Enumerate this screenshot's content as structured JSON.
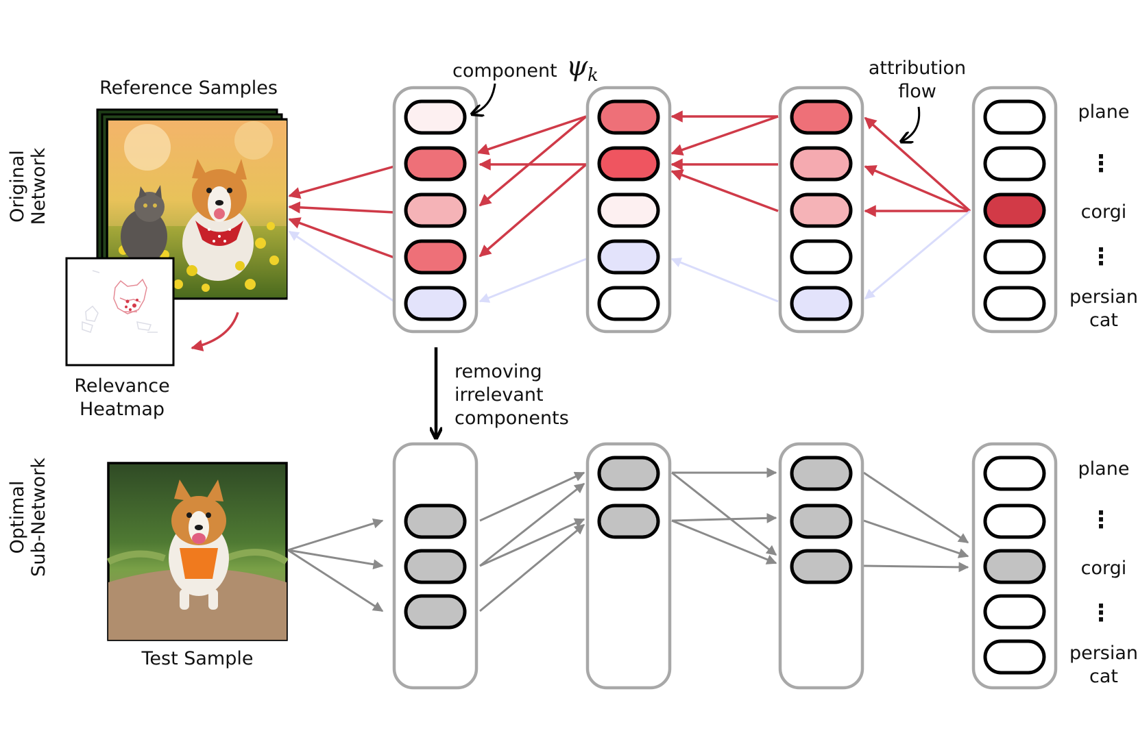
{
  "row_labels": {
    "top": [
      "Original",
      "Network"
    ],
    "bottom": [
      "Optimal",
      "Sub-Network"
    ]
  },
  "reference_samples_label": "Reference Samples",
  "relevance_heatmap_label": [
    "Relevance",
    "Heatmap"
  ],
  "test_sample_label": "Test Sample",
  "component_label": "component",
  "component_symbol": "ψ",
  "component_subscript": "k",
  "attribution_flow_label": [
    "attribution",
    "flow"
  ],
  "removing_label": [
    "removing",
    "irrelevant",
    "components"
  ],
  "classes": {
    "plane": "plane",
    "corgi": "corgi",
    "persian_cat": [
      "persian",
      "cat"
    ],
    "ellipsis": "⋮"
  },
  "colors": {
    "attribution_red": "#cf3a48",
    "negative_blue": "#d9dcfb",
    "pruned_gray": "#c2c2c2",
    "column_border": "#a8a8a8",
    "unit_fills_top": [
      [
        "#fdf0f1",
        "#ee7078",
        "#f5b3b7",
        "#ee7078",
        "#e3e3fb"
      ],
      [
        "#ee7078",
        "#ef5560",
        "#fdf0f1",
        "#e3e3fb",
        "#ffffff"
      ],
      [
        "#ee7078",
        "#f5aab0",
        "#f5b3b7",
        "#ffffff",
        "#e3e3fb"
      ],
      [
        "#ffffff",
        "#ffffff",
        "#d23a47",
        "#ffffff",
        "#ffffff"
      ]
    ]
  }
}
